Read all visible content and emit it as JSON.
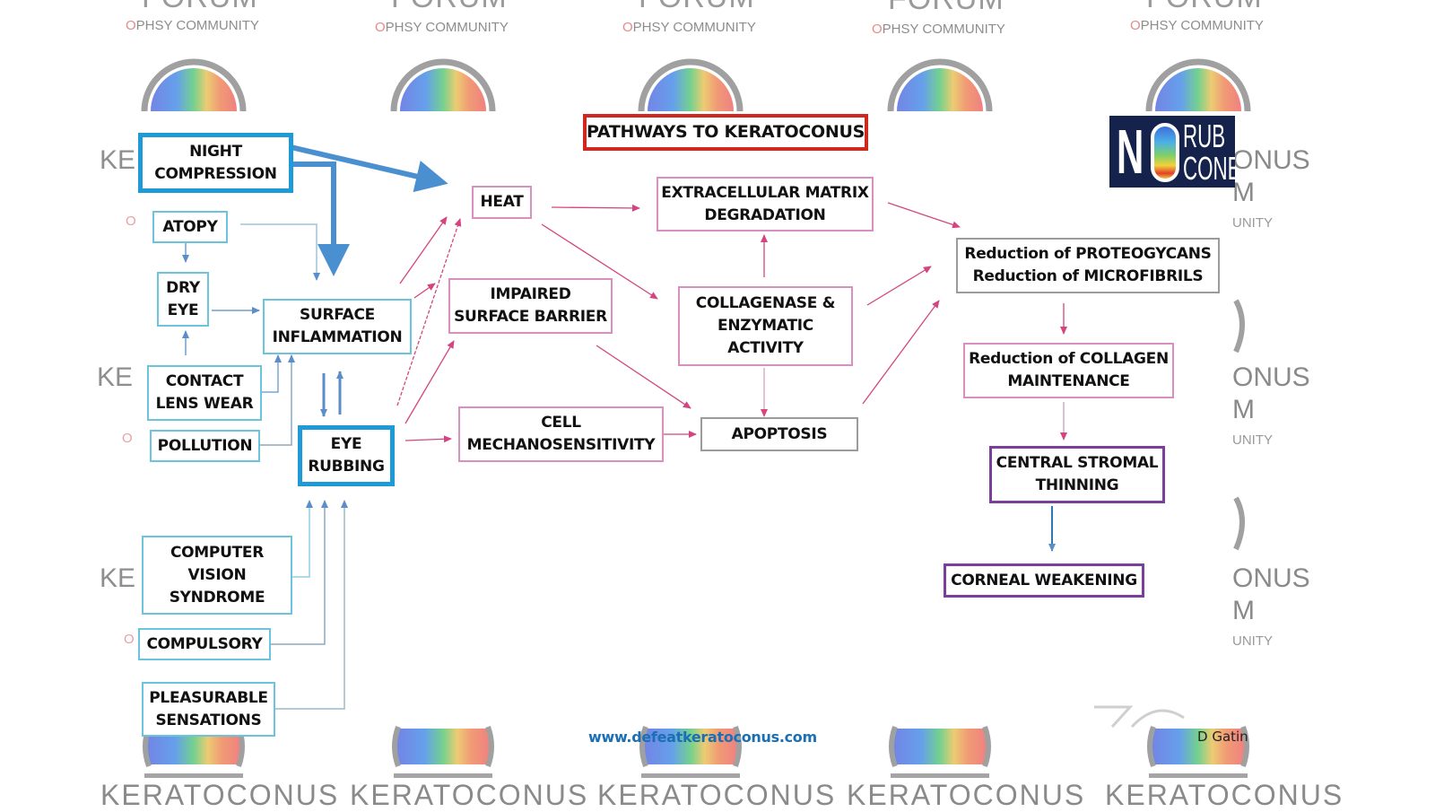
{
  "title": "PATHWAYS TO KERATOCONUS",
  "website": "www.defeatkeratoconus.com",
  "credit": "D Gatin",
  "badge": {
    "no": "NO",
    "line1": "RUB",
    "line2": "CONE"
  },
  "watermark": {
    "forum": "FORUM",
    "community": "PHSY COMMUNITY",
    "community_first_letter": "O",
    "keratoconus": "KERATOCONUS",
    "ke": "KE",
    "o": "O",
    "side_onus": "ONUS",
    "side_m": "M",
    "side_unity": "UNITY"
  },
  "colors": {
    "risk_factor_border": "#6cc4dc",
    "key_factor_border": "#1e9ad6",
    "mechanism_border": "#d98fc0",
    "outcome_border": "#7a3f9a",
    "title_border": "#d0281e",
    "blue_arrow": "#4a8fd0",
    "pink_arrow": "#d4457f"
  },
  "nodes": {
    "night_compression": "NIGHT\nCOMPRESSION",
    "atopy": "ATOPY",
    "dry_eye": "DRY\nEYE",
    "surface_inflammation": "SURFACE\nINFLAMMATION",
    "contact_lens_wear": "CONTACT\nLENS WEAR",
    "pollution": "POLLUTION",
    "eye_rubbing": "EYE\nRUBBING",
    "computer_vision_syndrome": "COMPUTER\nVISION\nSYNDROME",
    "compulsory": "COMPULSORY",
    "pleasurable_sensations": "PLEASURABLE\nSENSATIONS",
    "heat": "HEAT",
    "impaired_surface_barrier": "IMPAIRED\nSURFACE BARRIER",
    "cell_mechanosensitivity": "CELL\nMECHANOSENSITIVITY",
    "extracellular_matrix_degradation": "EXTRACELLULAR MATRIX\nDEGRADATION",
    "collagenase_enzymatic_activity": "COLLAGENASE &\nENZYMATIC\nACTIVITY",
    "apoptosis": "APOPTOSIS",
    "reduction_proteoglycans_microfibrils": "Reduction of PROTEOGYCANS\nReduction of MICROFIBRILS",
    "reduction_collagen_maintenance": "Reduction of COLLAGEN\nMAINTENANCE",
    "central_stromal_thinning": "CENTRAL STROMAL\nTHINNING",
    "corneal_weakening": "CORNEAL WEAKENING"
  },
  "edges": [
    {
      "from": "night_compression",
      "to": "heat",
      "color": "blue",
      "weight": "thick"
    },
    {
      "from": "night_compression",
      "to": "surface_inflammation",
      "color": "blue",
      "weight": "thick"
    },
    {
      "from": "atopy",
      "to": "dry_eye",
      "color": "blue",
      "weight": "thin"
    },
    {
      "from": "atopy",
      "to": "surface_inflammation",
      "color": "blue",
      "weight": "thin"
    },
    {
      "from": "dry_eye",
      "to": "surface_inflammation",
      "color": "blue",
      "weight": "thin"
    },
    {
      "from": "contact_lens_wear",
      "to": "dry_eye",
      "color": "blue",
      "weight": "thin"
    },
    {
      "from": "contact_lens_wear",
      "to": "surface_inflammation",
      "color": "blue",
      "weight": "thin"
    },
    {
      "from": "pollution",
      "to": "surface_inflammation",
      "color": "blue",
      "weight": "thin"
    },
    {
      "from": "surface_inflammation",
      "to": "eye_rubbing",
      "color": "blue",
      "weight": "medium"
    },
    {
      "from": "eye_rubbing",
      "to": "surface_inflammation",
      "color": "blue",
      "weight": "medium"
    },
    {
      "from": "computer_vision_syndrome",
      "to": "eye_rubbing",
      "color": "blue",
      "weight": "thin"
    },
    {
      "from": "compulsory",
      "to": "eye_rubbing",
      "color": "blue",
      "weight": "thin"
    },
    {
      "from": "pleasurable_sensations",
      "to": "eye_rubbing",
      "color": "blue",
      "weight": "thin"
    },
    {
      "from": "surface_inflammation",
      "to": "heat",
      "color": "pink"
    },
    {
      "from": "surface_inflammation",
      "to": "impaired_surface_barrier",
      "color": "pink"
    },
    {
      "from": "eye_rubbing",
      "to": "heat",
      "color": "pink"
    },
    {
      "from": "eye_rubbing",
      "to": "impaired_surface_barrier",
      "color": "pink"
    },
    {
      "from": "eye_rubbing",
      "to": "cell_mechanosensitivity",
      "color": "pink"
    },
    {
      "from": "heat",
      "to": "extracellular_matrix_degradation",
      "color": "pink"
    },
    {
      "from": "heat",
      "to": "collagenase_enzymatic_activity",
      "color": "pink"
    },
    {
      "from": "impaired_surface_barrier",
      "to": "apoptosis",
      "color": "pink"
    },
    {
      "from": "cell_mechanosensitivity",
      "to": "apoptosis",
      "color": "pink"
    },
    {
      "from": "collagenase_enzymatic_activity",
      "to": "extracellular_matrix_degradation",
      "color": "pink"
    },
    {
      "from": "collagenase_enzymatic_activity",
      "to": "apoptosis",
      "color": "pink"
    },
    {
      "from": "extracellular_matrix_degradation",
      "to": "reduction_proteoglycans_microfibrils",
      "color": "pink"
    },
    {
      "from": "collagenase_enzymatic_activity",
      "to": "reduction_proteoglycans_microfibrils",
      "color": "pink"
    },
    {
      "from": "apoptosis",
      "to": "reduction_proteoglycans_microfibrils",
      "color": "pink"
    },
    {
      "from": "reduction_proteoglycans_microfibrils",
      "to": "reduction_collagen_maintenance",
      "color": "pink"
    },
    {
      "from": "reduction_collagen_maintenance",
      "to": "central_stromal_thinning",
      "color": "pink"
    },
    {
      "from": "central_stromal_thinning",
      "to": "corneal_weakening",
      "color": "blue"
    }
  ]
}
